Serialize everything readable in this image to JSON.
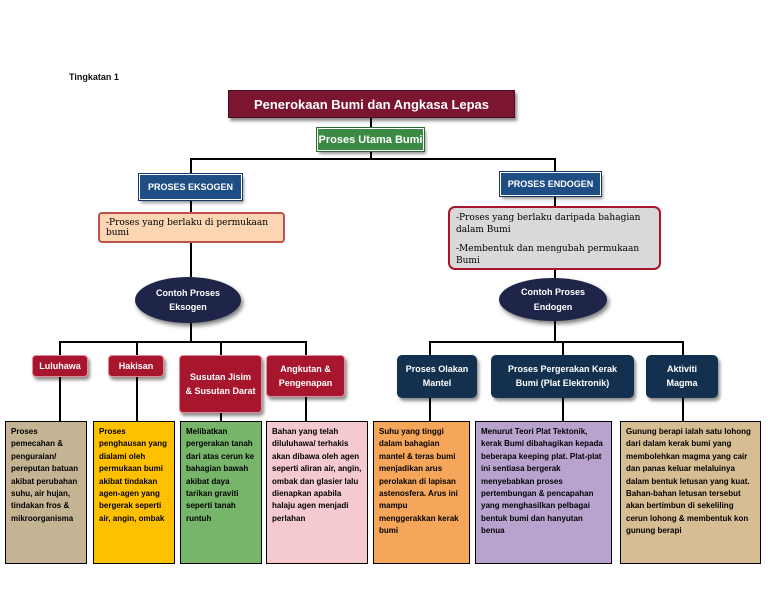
{
  "header": {
    "level": "Tingkatan 1"
  },
  "title": "Penerokaan Bumi dan Angkasa Lepas",
  "main_process": "Proses Utama Bumi",
  "exogen": {
    "title": "PROSES EKSOGEN",
    "desc": "-Proses yang berlaku di permukaan bumi",
    "examples_label": "Contoh Proses Eksogen",
    "items": [
      {
        "label": "Luluhawa",
        "note": "Proses pemecahan & penguraian/ pereputan batuan akibat perubahan suhu, air hujan, tindakan fros & mikroorganisma"
      },
      {
        "label": "Hakisan",
        "note": "Proses penghausan yang dialami oleh permukaan bumi akibat tindakan agen-agen yang bergerak seperti air, angin, ombak"
      },
      {
        "label": "Susutan Jisim & Susutan Darat",
        "note": "Melibatkan pergerakan tanah dari atas cerun ke bahagian bawah akibat daya tarikan graviti seperti tanah runtuh"
      },
      {
        "label": "Angkutan & Pengenapan",
        "note": "Bahan yang telah diluluhawa/ terhakis akan dibawa oleh agen seperti aliran air, angin, ombak dan glasier lalu dienapkan apabila halaju agen menjadi perlahan"
      }
    ]
  },
  "endogen": {
    "title": "PROSES ENDOGEN",
    "desc1": "-Proses yang berlaku daripada bahagian dalam Bumi",
    "desc2": "-Membentuk dan mengubah permukaan Bumi",
    "examples_label": "Contoh Proses Endogen",
    "items": [
      {
        "label": "Proses Olakan Mantel",
        "note": "Suhu yang tinggi dalam bahagian mantel & teras bumi menjadikan arus perolakan di lapisan astenosfera. Arus ini mampu menggerakkan kerak bumi"
      },
      {
        "label": "Proses Pergerakan Kerak Bumi (Plat Elektronik)",
        "note": "Menurut Teori Plat Tektonik, kerak Bumi dibahagikan kepada beberapa keeping plat. Plat-plat ini sentiasa bergerak menyebabkan proses pertembungan & pencapahan yang menghasilkan pelbagai bentuk bumi dan hanyutan benua"
      },
      {
        "label": "Aktiviti Magma",
        "note": "Gunung berapi ialah satu lohong dari dalam kerak bumi yang membolehkan magma yang cair dan panas keluar melaluinya dalam bentuk letusan yang kuat. Bahan-bahan letusan tersebut akan bertimbun di sekeliling cerun lohong & membentuk kon gunung berapi"
      }
    ]
  },
  "colors": {
    "title_bg": "#7b1530",
    "main_bg": "#3b8a43",
    "category_bg": "#1f4e85",
    "oval_bg": "#1f2548",
    "exogen_item_bg": "#a8162d",
    "endogen_item_bg": "#13304f",
    "note_luluhawa": "#c4b494",
    "note_hakisan": "#ffc000",
    "note_susutan": "#76b56a",
    "note_angkutan": "#f4c9cf",
    "note_olakan": "#f5a65b",
    "note_plat": "#b8a3cf",
    "note_magma": "#d6bd93"
  }
}
